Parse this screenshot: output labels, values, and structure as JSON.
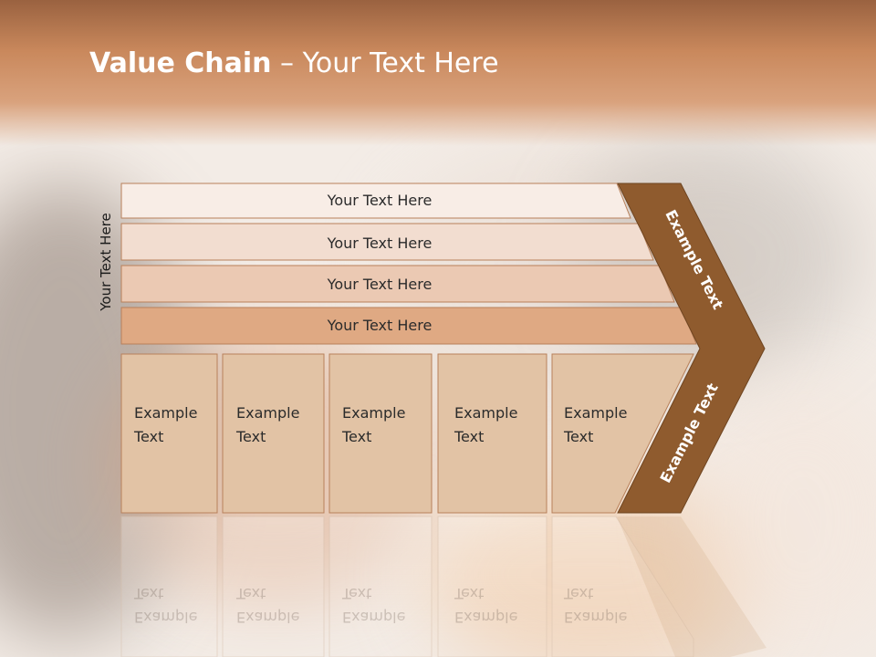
{
  "title": {
    "bold": "Value Chain",
    "rest": " – Your Text Here"
  },
  "side_label": "Your Text Here",
  "support_bars": [
    "Your Text Here",
    "Your Text Here",
    "Your Text Here",
    "Your Text Here"
  ],
  "primary_columns": [
    {
      "line1": "Example",
      "line2": "Text"
    },
    {
      "line1": "Example",
      "line2": "Text"
    },
    {
      "line1": "Example",
      "line2": "Text"
    },
    {
      "line1": "Example",
      "line2": "Text"
    },
    {
      "line1": "Example",
      "line2": "Text"
    }
  ],
  "chevron": {
    "top_label": "Example Text",
    "bottom_label": "Example Text"
  },
  "colors": {
    "bar1": "#f8ede6",
    "bar2": "#f2ddd0",
    "bar3": "#ebc9b3",
    "bar4": "#dfa983",
    "column": "#e2c3a5",
    "chevron": "#8f5b2e",
    "border": "#b8805a"
  }
}
